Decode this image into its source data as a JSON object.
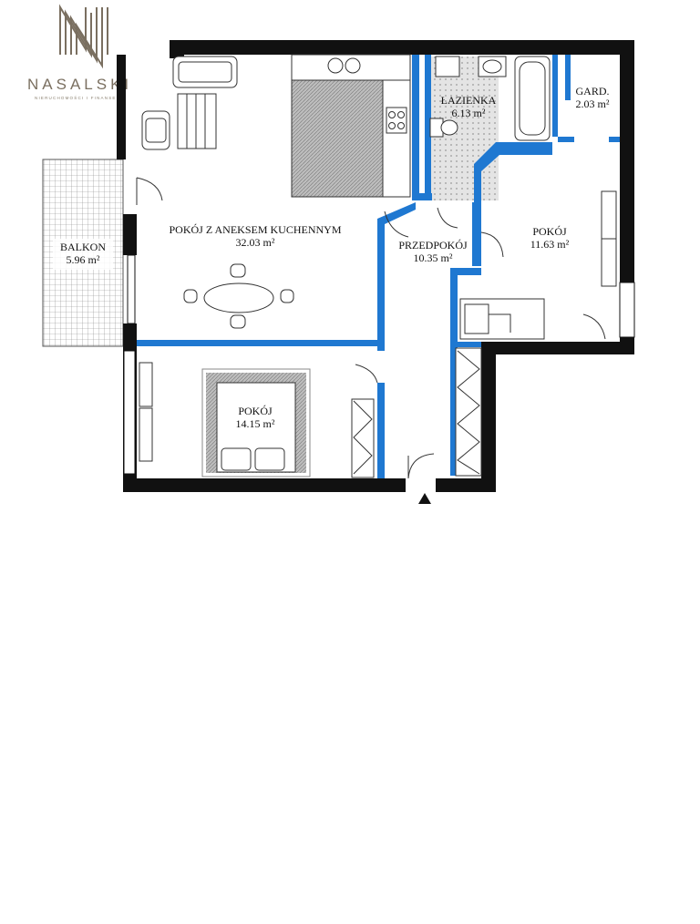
{
  "logo": {
    "brand": "NASALSKI",
    "tagline": "NIERUCHOMOŚCI I FINANSE"
  },
  "rooms": [
    {
      "name": "POKÓJ Z ANEKSEM KUCHENNYM",
      "area": "32.03 m²"
    },
    {
      "name": "ŁAZIENKA",
      "area": "6.13 m²"
    },
    {
      "name": "GARD.",
      "area": "2.03 m²"
    },
    {
      "name": "PRZEDPOKÓJ",
      "area": "10.35 m²"
    },
    {
      "name": "POKÓJ",
      "area": "11.63 m²"
    },
    {
      "name": "BALKON",
      "area": "5.96 m²"
    },
    {
      "name": "POKÓJ",
      "area": "14.15 m²"
    }
  ],
  "colors": {
    "outer_wall": "#111111",
    "inner_wall": "#1f78d1",
    "furniture": "#333333",
    "tile": "#d8d8d8"
  },
  "icons": [
    "entrance-arrow-icon",
    "logo-mark-icon"
  ]
}
